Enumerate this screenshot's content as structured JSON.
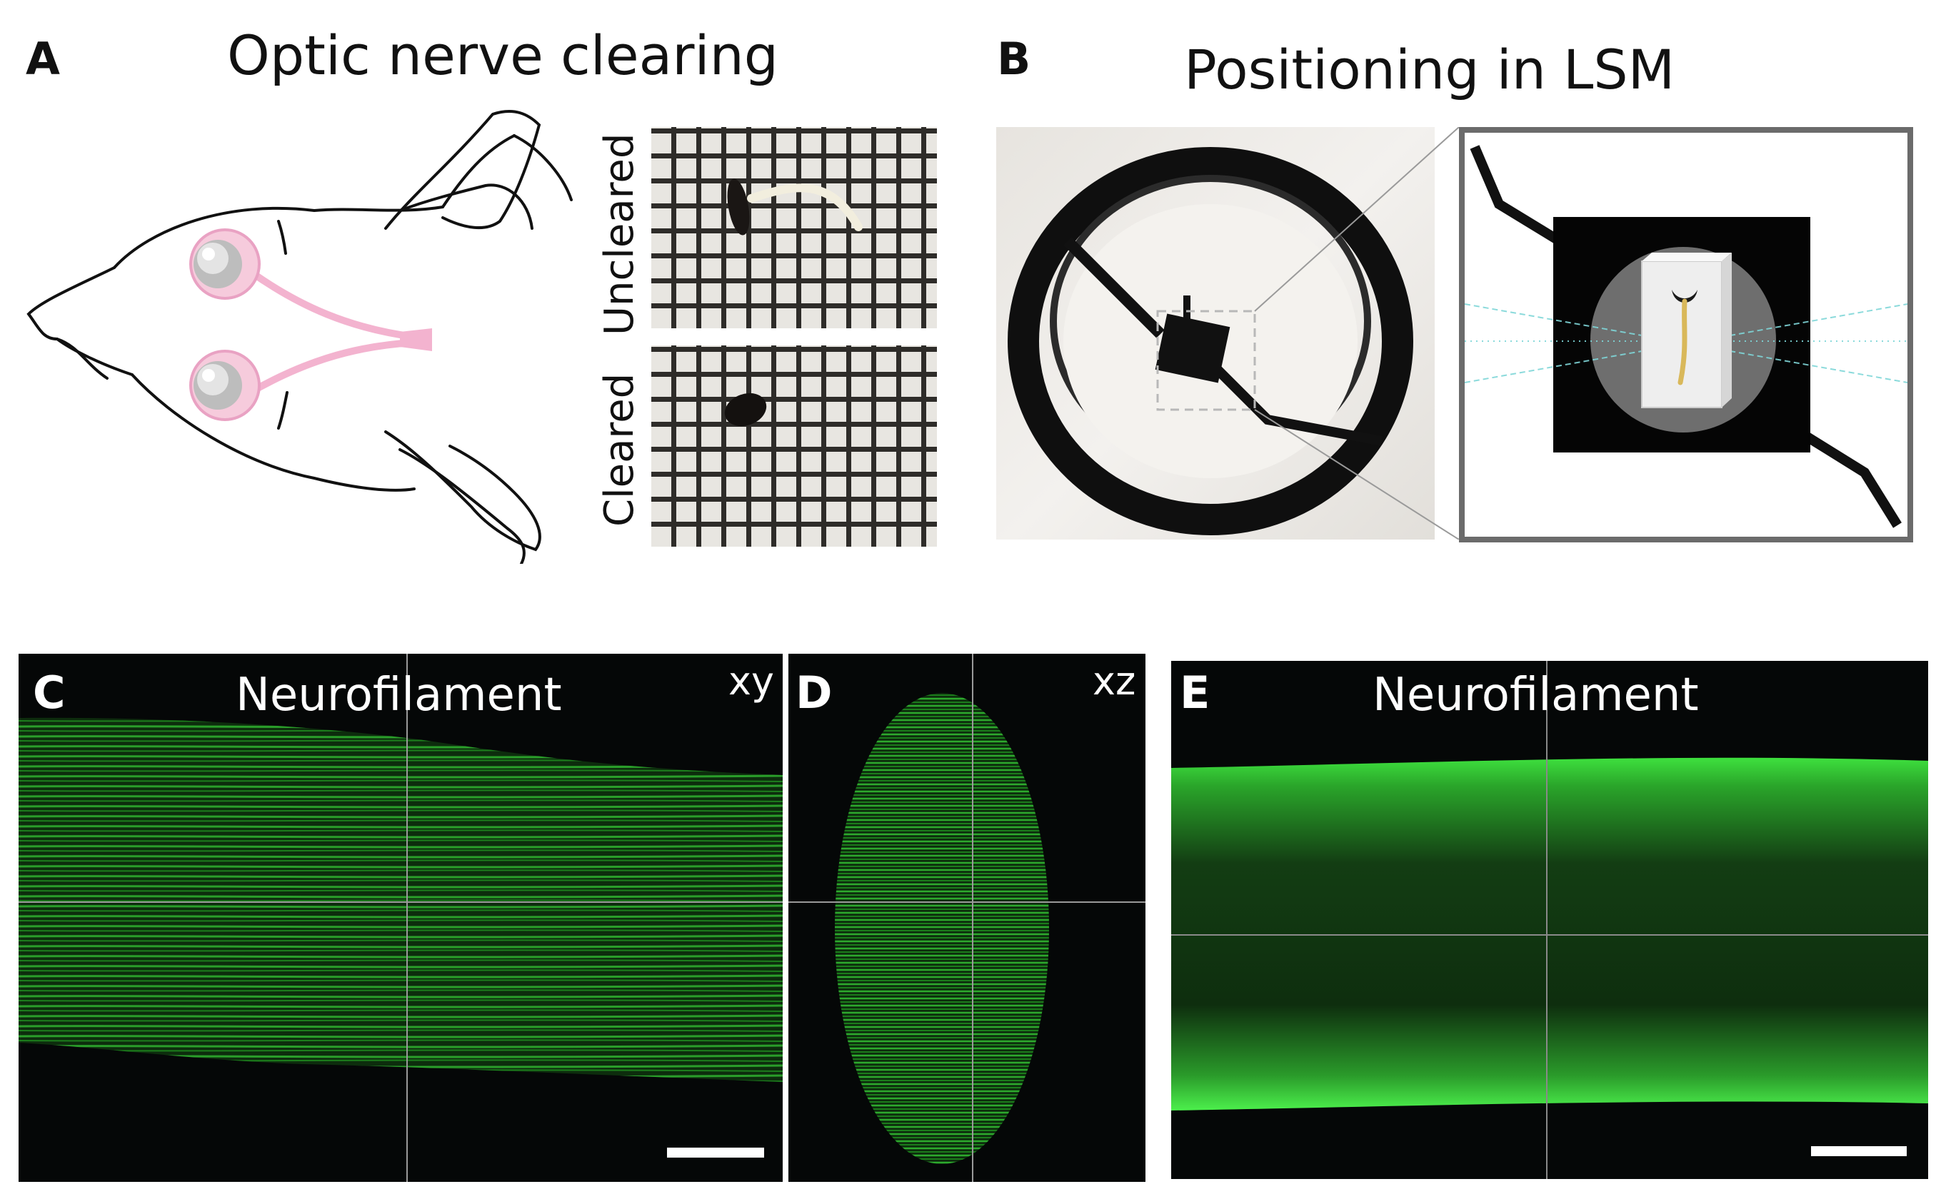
{
  "panel_a": {
    "letter": "A",
    "title": "Optic nerve clearing",
    "label_top": "Uncleared",
    "label_bottom": "Cleared",
    "nerve_color": "#f3b3cf",
    "icons": [
      "mouse-head-outline-icon",
      "eyeball-icon"
    ]
  },
  "panel_b": {
    "letter": "B",
    "title": "Positioning in LSM",
    "icons": [
      "sample-holder-ring-icon",
      "sample-cuvette-icon"
    ]
  },
  "panel_c": {
    "letter": "C",
    "title": "Neurofilament",
    "plane": "xy",
    "stain_color": "#39d839"
  },
  "panel_d": {
    "letter": "D",
    "plane": "xz"
  },
  "panel_e": {
    "letter": "E",
    "title": "Neurofilament",
    "stain_color": "#39d839"
  }
}
